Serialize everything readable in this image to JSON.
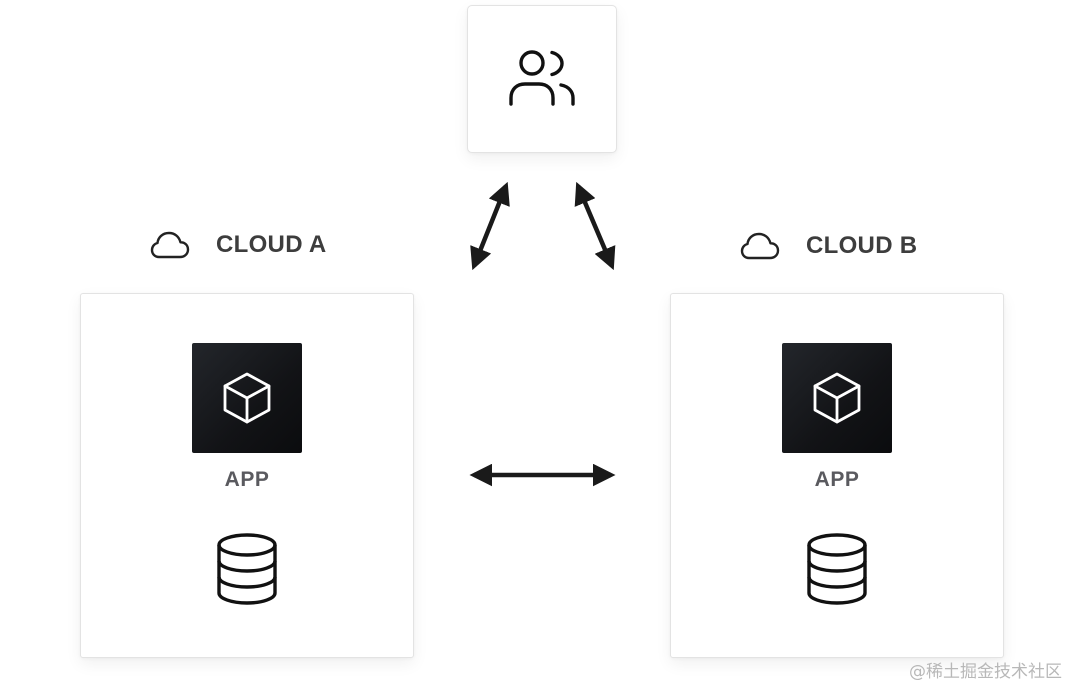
{
  "nodes": {
    "users": {
      "icon": "users-icon"
    },
    "cloud_a": {
      "label": "CLOUD A",
      "icon": "cloud-icon",
      "app_label": "APP",
      "app_icon": "cube-icon",
      "db_icon": "database-icon"
    },
    "cloud_b": {
      "label": "CLOUD B",
      "icon": "cloud-icon",
      "app_label": "APP",
      "app_icon": "cube-icon",
      "db_icon": "database-icon"
    }
  },
  "edges": [
    {
      "from": "users",
      "to": "cloud_a",
      "direction": "bidirectional"
    },
    {
      "from": "users",
      "to": "cloud_b",
      "direction": "bidirectional"
    },
    {
      "from": "cloud_a",
      "to": "cloud_b",
      "direction": "bidirectional"
    }
  ],
  "colors": {
    "arrow": "#1a1a1a",
    "label_text": "#3d3d3d",
    "app_label_text": "#5a5a5f",
    "app_tile": "#16181b",
    "box_border": "#e3e3e3"
  },
  "watermark": "@稀土掘金技术社区"
}
